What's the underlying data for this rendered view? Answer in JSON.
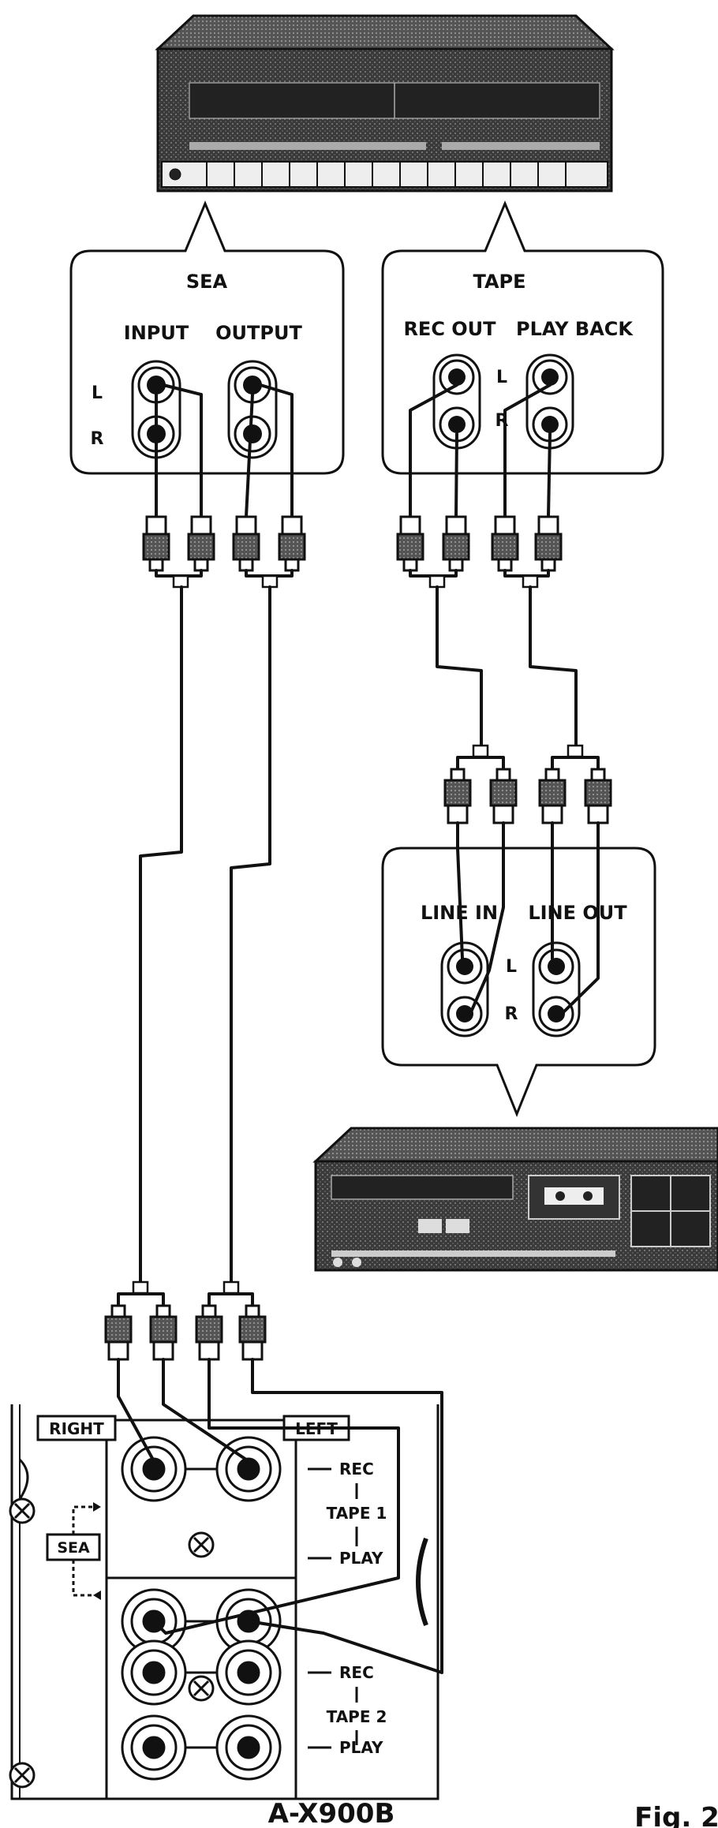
{
  "sea_panel": {
    "title": "SEA",
    "input": "INPUT",
    "output": "OUTPUT",
    "l": "L",
    "r": "R"
  },
  "tape_panel": {
    "title": "TAPE",
    "rec_out": "REC OUT",
    "play_back": "PLAY BACK",
    "l": "L",
    "r": "R"
  },
  "deck_panel": {
    "line_in": "LINE IN",
    "line_out": "LINE OUT",
    "l": "L",
    "r": "R"
  },
  "amp_panel": {
    "right": "RIGHT",
    "left": "LEFT",
    "sea": "SEA",
    "rec1": "REC",
    "tape1": "TAPE 1",
    "play1": "PLAY",
    "rec2": "REC",
    "tape2": "TAPE 2",
    "play2": "PLAY",
    "model": "A-X900B"
  },
  "figure_label": "Fig. 2"
}
